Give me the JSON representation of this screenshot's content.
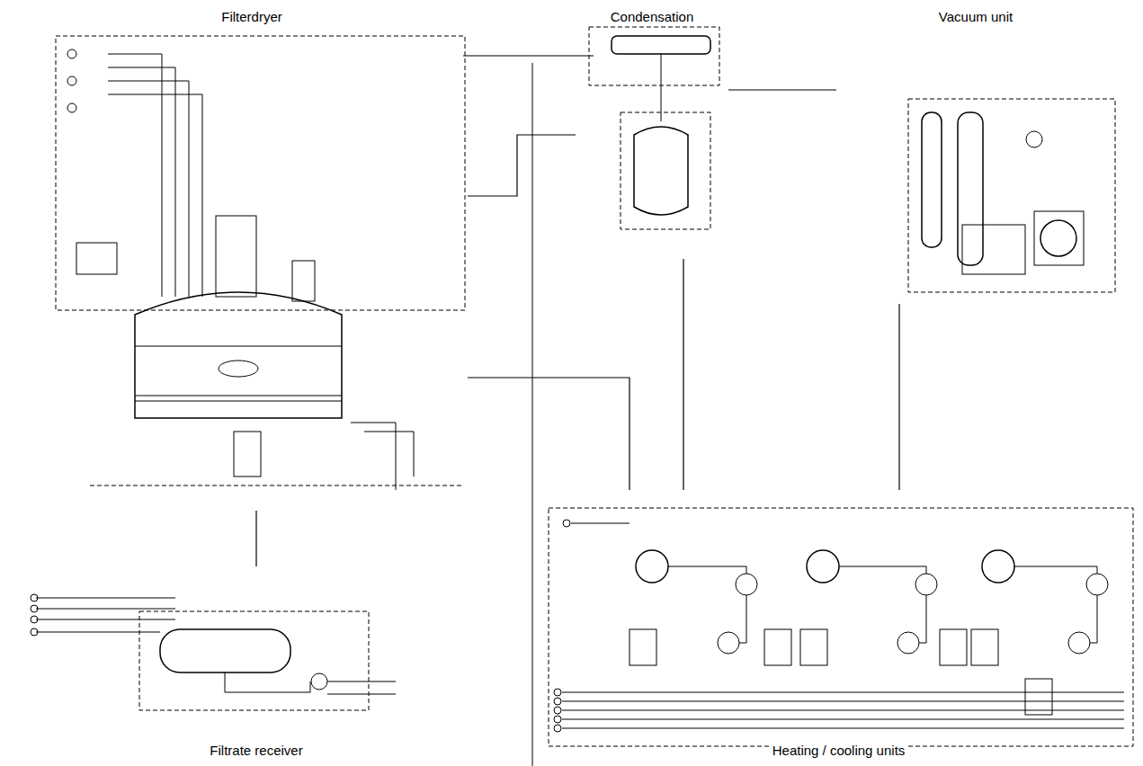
{
  "diagram": {
    "nodes": [
      {
        "text": [
          "Filterdryer"
        ]
      },
      {
        "text": [
          "Condensation"
        ]
      },
      {
        "text": [
          "Vacuum unit"
        ]
      },
      {
        "text": [
          "Filtrate receiver"
        ]
      },
      {
        "text": [
          "Heating / cooling units"
        ]
      }
    ],
    "edges": [
      {
        "from": 0,
        "to": 1,
        "arrow": "none"
      },
      {
        "from": 1,
        "to": 2,
        "arrow": "none"
      },
      {
        "from": 0,
        "to": 3,
        "arrow": "none"
      },
      {
        "from": 4,
        "to": 0,
        "arrow": "none"
      },
      {
        "from": 4,
        "to": 1,
        "arrow": "none"
      },
      {
        "from": 4,
        "to": 2,
        "arrow": "none"
      }
    ]
  }
}
